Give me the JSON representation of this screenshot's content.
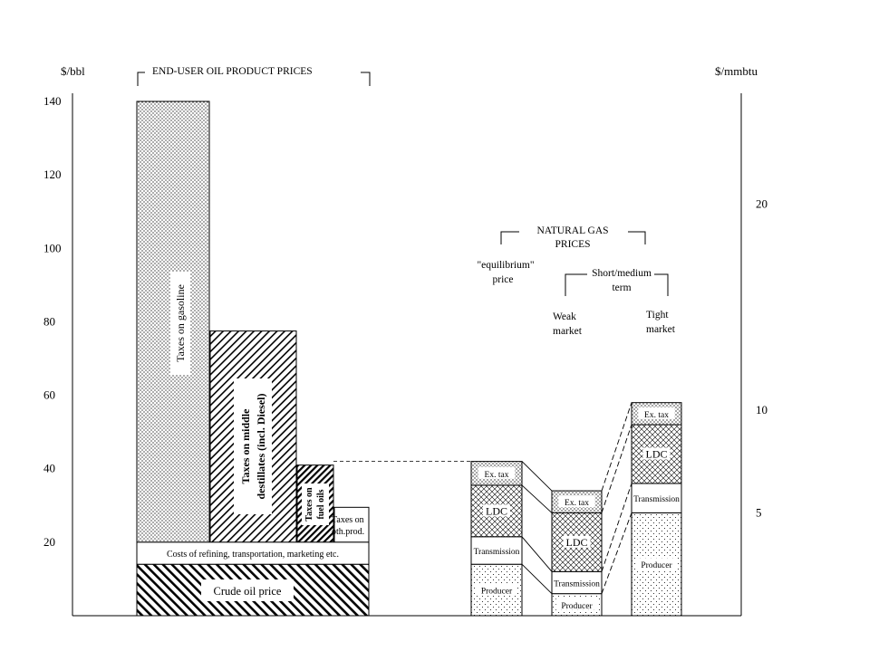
{
  "chart_data": {
    "type": "bar",
    "left_axis": {
      "unit_label": "$/bbl",
      "ylim": [
        0,
        140
      ],
      "ticks": [
        20,
        40,
        60,
        80,
        100,
        120,
        140
      ]
    },
    "right_axis": {
      "unit_label": "$/mmbtu",
      "ticks": [
        5,
        10,
        20
      ],
      "equivalence_bbl_per_mmbtu": 5.6
    },
    "oil_group_label": "END-USER OIL PRODUCT PRICES",
    "gas_group_label": [
      "NATURAL GAS",
      "PRICES"
    ],
    "short_medium_label": [
      "Short/medium",
      "term"
    ],
    "oil_bars": [
      {
        "category": "Gasoline",
        "value": 140,
        "label": "Taxes on gasoline",
        "pattern": "dots"
      },
      {
        "category": "Middle distillates",
        "value": 77.5,
        "label": "Taxes on middle destillates (incl. Diesel)",
        "pattern": "diag"
      },
      {
        "category": "Fuel oils",
        "value": 41,
        "label": "Taxes on fuel oils",
        "pattern": "diag-dense"
      },
      {
        "category": "Other products",
        "value": 29.5,
        "label": "Taxes on oth.prod.",
        "pattern": "none"
      }
    ],
    "oil_base_layers": [
      {
        "name": "Crude oil price",
        "from": 0,
        "to": 14
      },
      {
        "name": "Costs of refining, transportation, marketing etc.",
        "from": 14,
        "to": 20
      }
    ],
    "gas_bars": [
      {
        "category": "equilibrium price",
        "header": [
          "\"equilibrium\"",
          "price"
        ],
        "segments": [
          {
            "name": "Producer",
            "from": 0,
            "to": 14
          },
          {
            "name": "Transmission",
            "from": 14,
            "to": 21.5
          },
          {
            "name": "LDC",
            "from": 21.5,
            "to": 35.5
          },
          {
            "name": "Ex. tax",
            "from": 35.5,
            "to": 42
          }
        ]
      },
      {
        "category": "Weak market",
        "header": [
          "Weak",
          "market"
        ],
        "segments": [
          {
            "name": "Producer",
            "from": 0,
            "to": 6
          },
          {
            "name": "Transmission",
            "from": 6,
            "to": 12
          },
          {
            "name": "LDC",
            "from": 12,
            "to": 28
          },
          {
            "name": "Ex. tax",
            "from": 28,
            "to": 34
          }
        ]
      },
      {
        "category": "Tight market",
        "header": [
          "Tight",
          "market"
        ],
        "segments": [
          {
            "name": "Producer",
            "from": 0,
            "to": 28
          },
          {
            "name": "Transmission",
            "from": 28,
            "to": 36
          },
          {
            "name": "LDC",
            "from": 36,
            "to": 52
          },
          {
            "name": "Ex. tax",
            "from": 52,
            "to": 58
          }
        ]
      }
    ],
    "reference_line": {
      "value": 42
    }
  }
}
